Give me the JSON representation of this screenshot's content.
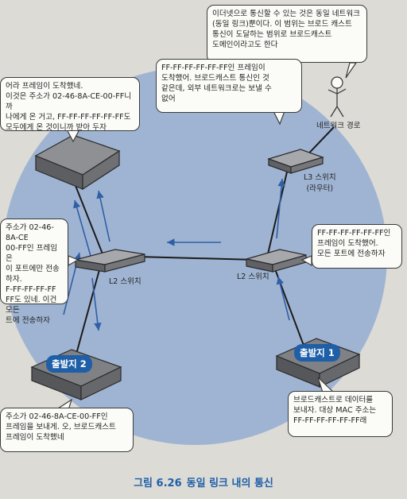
{
  "bubbles": {
    "top_right": "이더넷으로 통신할 수 있는 것은 동일 네트워크\n(동일 링크)뿐이다. 이 범위는 브로드 캐스트\n통신이 도달하는 범위로 브로드캐스트\n도메인이라고도 한다",
    "l3": "FF-FF-FF-FF-FF-FF인 프레임이\n도착했어. 브로드캐스트 통신인 것\n같은데, 외부 네트워크로는 보낼 수\n없어",
    "top_left": "어라 프레임이 도착했네.\n이것은 주소가 02-46-8A-CE-00-FF니까\n나에게 온 거고, FF-FF-FF-FF-FF-FF도\n모두에게 온 것이니까 받아 두자",
    "left_switch": "주소가 02-46-8A-CE\n00-FF인 프레임은\n이 포트에만 전송하자.\nF-FF-FF-FF-FF\nFF도 있네. 이건 모든\n트에 전송하자",
    "right_switch": "FF-FF-FF-FF-FF-FF인\n프레임이 도착했어.\n모든 포트에 전송하자",
    "origin2": "주소가 02-46-8A-CE-00-FF인\n프레임을 보내게. 오, 브로드캐스트\n프레임이 도착했네",
    "origin1": "브로드캐스트로 데이터를\n보내자. 대상 MAC 주소는\nFF-FF-FF-FF-FF-FF래"
  },
  "labels": {
    "network_path": "네트워크 경로",
    "l3_switch": "L3 스위치\n(라우터)",
    "l2_left": "L2 스위치",
    "l2_right": "L2 스위치",
    "origin2": "출발지 2",
    "origin1": "출발지 1"
  },
  "caption": {
    "number": "그림 6.26",
    "title": "동일 링크 내의 통신"
  },
  "colors": {
    "domain_circle": "#9fb4d2",
    "arrow": "#2f5fa5",
    "caption": "#1f5fa8",
    "origin_badge": "#1f5fa8"
  }
}
